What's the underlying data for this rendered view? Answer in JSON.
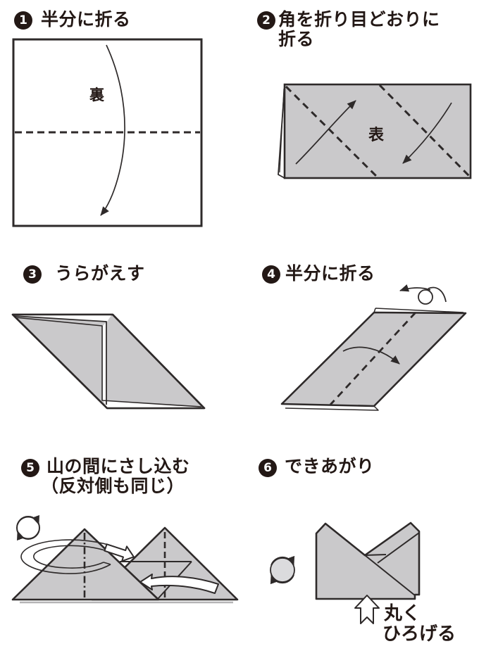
{
  "doc_type": "origami-instructions",
  "colors": {
    "paper_gray": "#cac9cb",
    "line_dark": "#2e2a2a",
    "badge_black": "#231815",
    "underlay_gray": "#b5b4b6",
    "page_bg": "#ffffff"
  },
  "steps": [
    {
      "number": "1",
      "title_lines": [
        "半分に折る"
      ],
      "paper_label": "裏"
    },
    {
      "number": "2",
      "title_lines": [
        "角を折り目どおりに",
        "折る"
      ],
      "paper_label": "表"
    },
    {
      "number": "3",
      "title_lines": [
        "うらがえす"
      ]
    },
    {
      "number": "4",
      "title_lines": [
        "半分に折る"
      ]
    },
    {
      "number": "5",
      "title_lines": [
        "山の間にさし込む",
        "（反対側も同じ）"
      ]
    },
    {
      "number": "6",
      "title_lines": [
        "できあがり"
      ],
      "annotation_lines": [
        "丸く",
        "ひろげる"
      ]
    }
  ]
}
